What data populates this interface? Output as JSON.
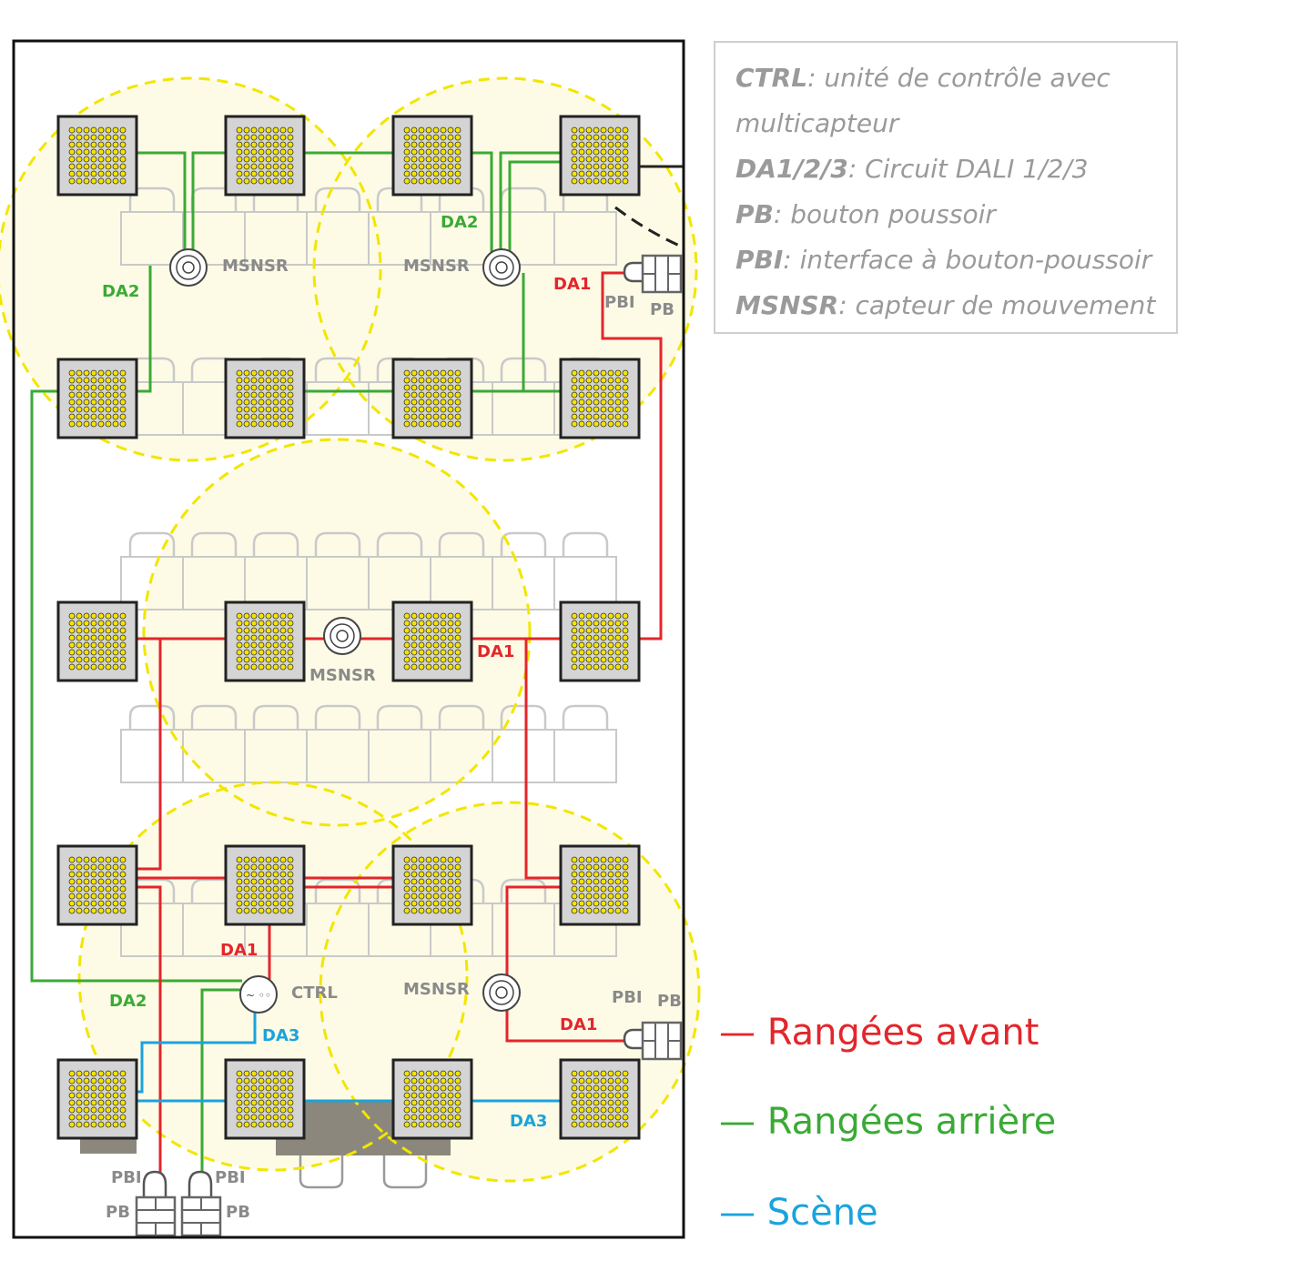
{
  "legend": {
    "lines": [
      {
        "term": "CTRL",
        "desc": ": unité de contrôle avec"
      },
      {
        "term": "",
        "desc": "multicapteur"
      },
      {
        "term": "DA1/2/3",
        "desc": ": Circuit DALI 1/2/3"
      },
      {
        "term": "PB",
        "desc": ": bouton poussoir"
      },
      {
        "term": "PBI",
        "desc": ": interface à bouton-poussoir"
      },
      {
        "term": "MSNSR",
        "desc": ": capteur de mouvement"
      }
    ]
  },
  "circuit_key": [
    {
      "label": "— Rangées avant",
      "color": "#e3262b"
    },
    {
      "label": "— Rangées arrière",
      "color": "#3aaa35"
    },
    {
      "label": "— Scène",
      "color": "#1aa3dc"
    }
  ],
  "labels": {
    "msnsr": "MSNSR",
    "ctrl": "CTRL",
    "pb": "PB",
    "pbi": "PBI",
    "da1": "DA1",
    "da2": "DA2",
    "da3": "DA3"
  },
  "colors": {
    "da1": "#e3262b",
    "da2": "#3aaa35",
    "da3": "#1aa3dc",
    "detection_zone": "#f2e600",
    "fixture_fill": "#d4d4d4",
    "fixture_dot": "#f4e400"
  }
}
